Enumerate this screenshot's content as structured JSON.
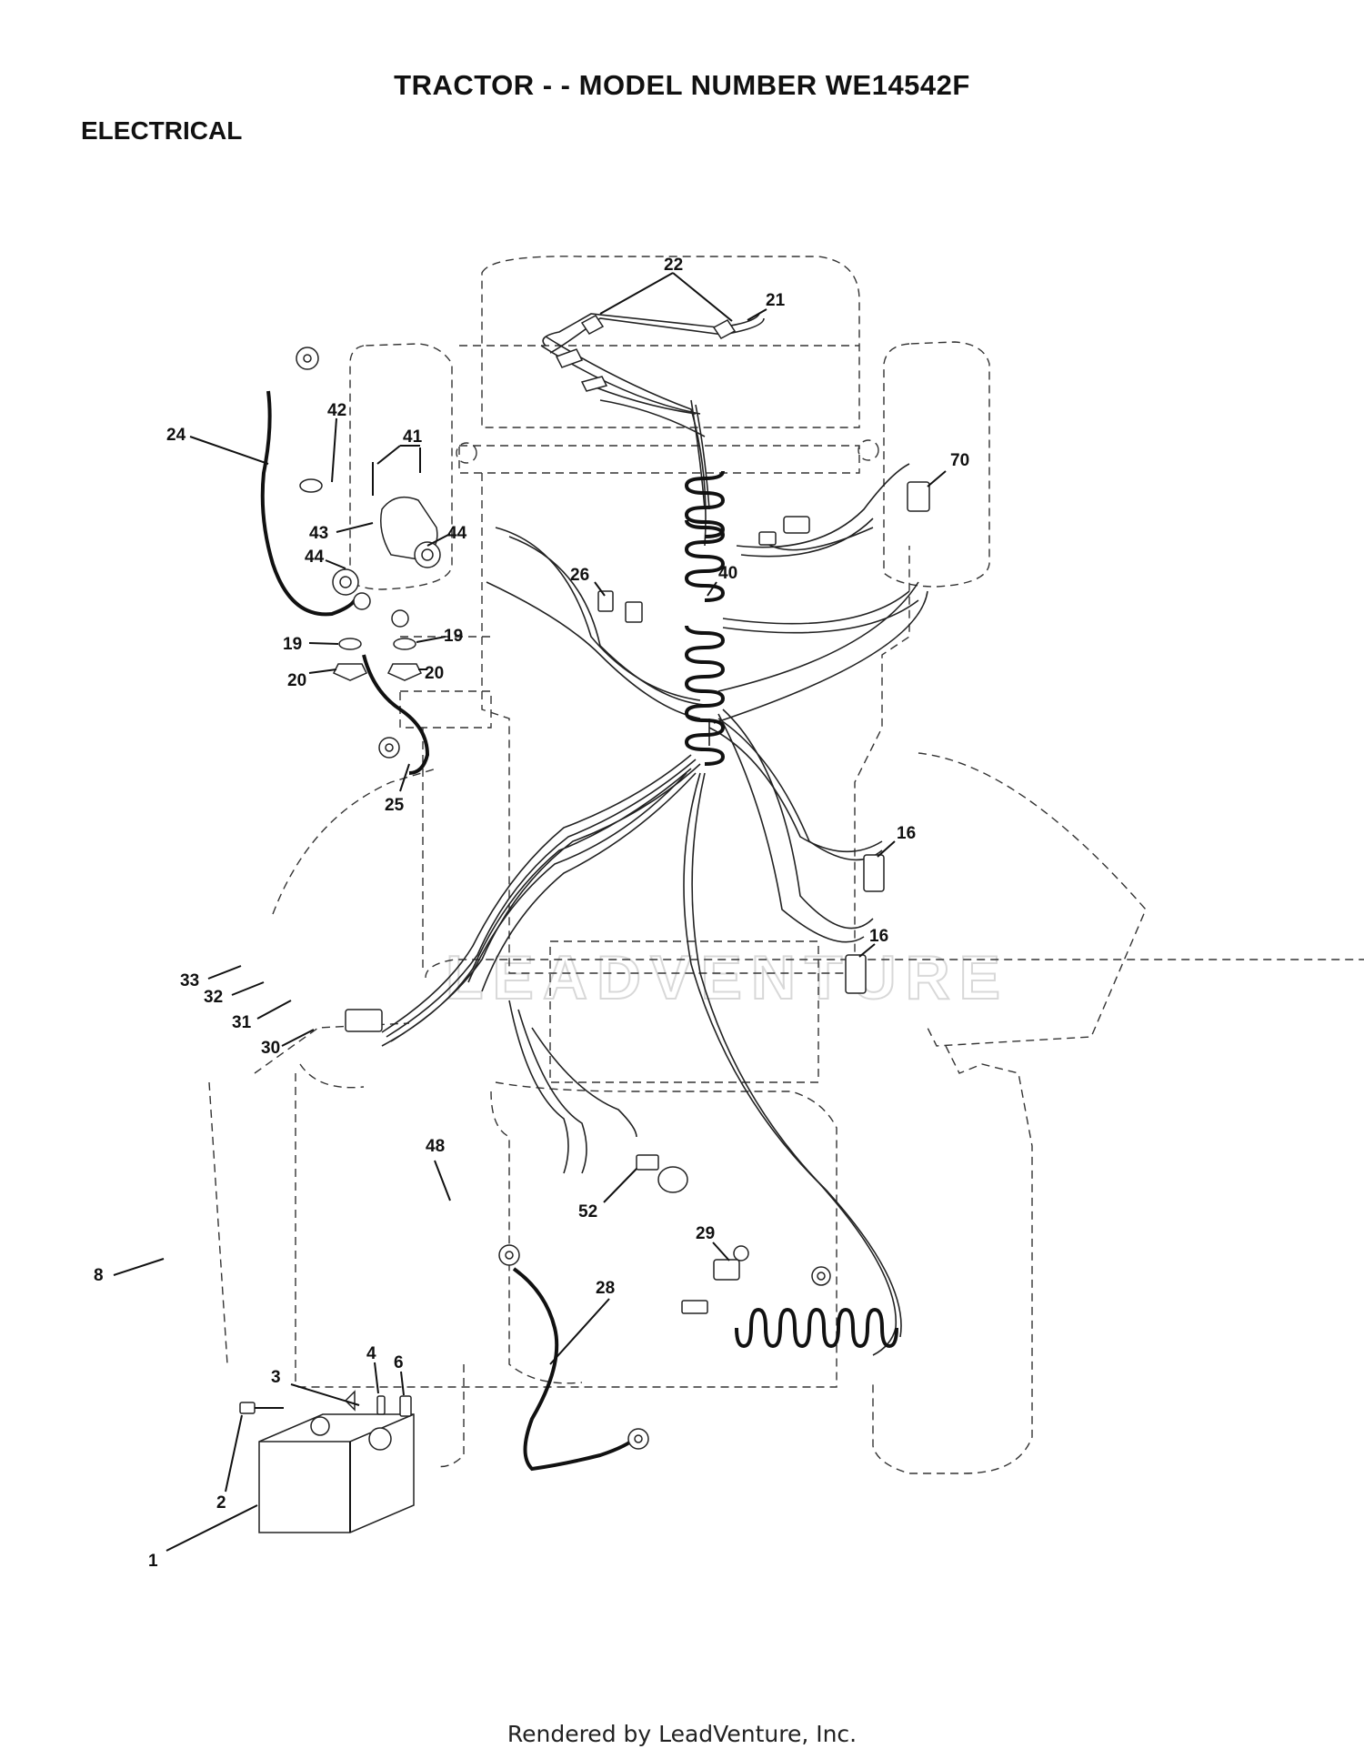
{
  "header": {
    "title": "TRACTOR - - MODEL NUMBER WE14542F",
    "section": "ELECTRICAL"
  },
  "watermark": "LEADVENTURE",
  "callouts": [
    "22",
    "21",
    "24",
    "42",
    "41",
    "70",
    "43",
    "44",
    "44",
    "26",
    "40",
    "19",
    "19",
    "20",
    "20",
    "25",
    "16",
    "16",
    "33",
    "32",
    "31",
    "30",
    "48",
    "52",
    "8",
    "29",
    "28",
    "4",
    "6",
    "3",
    "2",
    "1"
  ],
  "footer": "Rendered by LeadVenture, Inc."
}
